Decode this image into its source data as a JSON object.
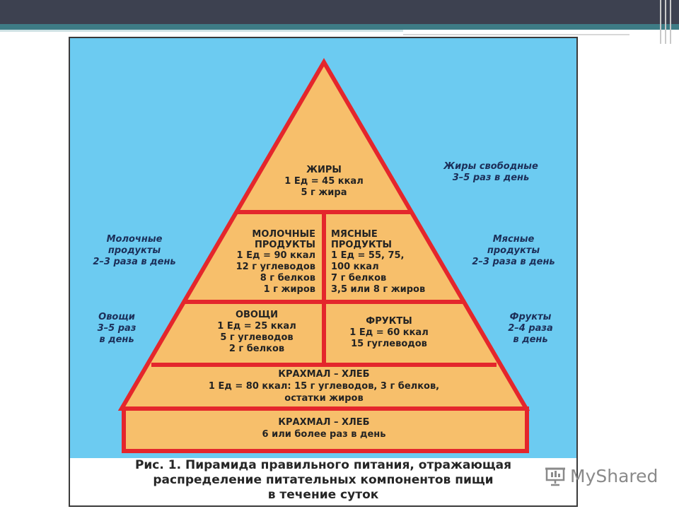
{
  "pyramid": {
    "top": {
      "title": "ЖИРЫ",
      "lines": [
        "1 Ед = 45 ккал",
        "5 г жира"
      ]
    },
    "dairy": {
      "title": [
        "МОЛОЧНЫЕ",
        "ПРОДУКТЫ"
      ],
      "lines": [
        "1 Ед = 90 ккал",
        "12 г углеводов",
        "8 г белков",
        "1 г жиров"
      ]
    },
    "meat": {
      "title": [
        "МЯСНЫЕ",
        "ПРОДУКТЫ"
      ],
      "lines": [
        "1 Ед = 55, 75,",
        "100 ккал",
        "7 г белков",
        "3,5 или 8 г жиров"
      ]
    },
    "vegetables": {
      "title": "ОВОЩИ",
      "lines": [
        "1 Ед = 25 ккал",
        "5 г углеводов",
        "2 г белков"
      ]
    },
    "fruits": {
      "title": "ФРУКТЫ",
      "lines": [
        "1 Ед = 60 ккал",
        "15 гуглеводов"
      ]
    },
    "starch": {
      "title": "КРАХМАЛ – ХЛЕБ",
      "lines": [
        "1 Ед = 80 ккал: 15 г углеводов, 3 г белков,",
        "остатки жиров"
      ]
    },
    "base": {
      "title": "КРАХМАЛ – ХЛЕБ",
      "lines": [
        "6 или более раз в день"
      ]
    }
  },
  "side_labels": {
    "fats": [
      "Жиры свободные",
      "3–5 раз в день"
    ],
    "dairy": [
      "Молочные",
      "продукты",
      "2–3 раза в день"
    ],
    "meat": [
      "Мясные",
      "продукты",
      "2–3 раза в день"
    ],
    "vegetables": [
      "Овощи",
      "3–5 раз",
      "в день"
    ],
    "fruits": [
      "Фрукты",
      "2–4 раза",
      "в день"
    ]
  },
  "caption": [
    "Рис. 1. Пирамида правильного питания, отражающая",
    "распределение питательных компонентов пищи",
    "в течение суток"
  ],
  "watermark": {
    "text": "MyShared",
    "icon": "projector-screen-icon"
  },
  "colors": {
    "sky": "#6ccbf1",
    "pyramid_fill": "#f7bf6b",
    "pyramid_stroke": "#e4262c",
    "slide_bar": "#3d4150",
    "slide_accent": "#3e7b85"
  }
}
